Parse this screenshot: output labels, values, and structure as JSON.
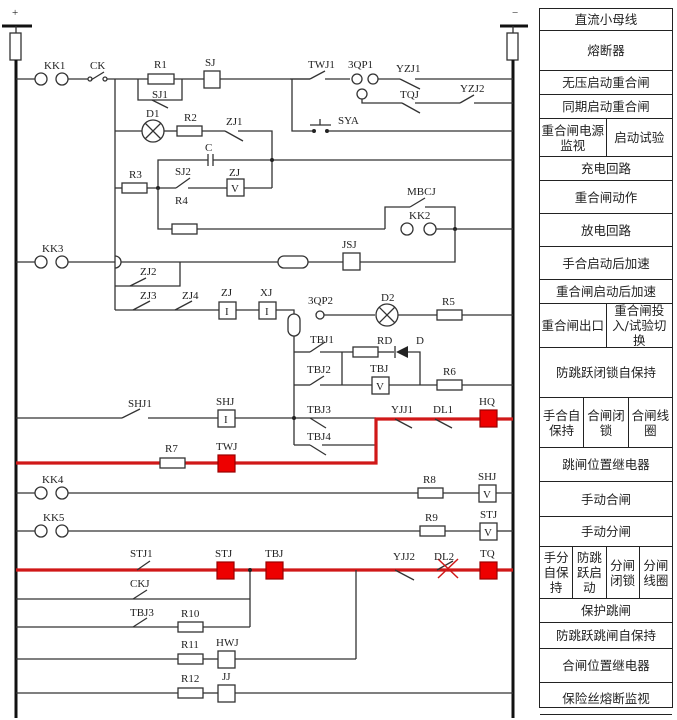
{
  "bus": {
    "positive": "+",
    "negative": "−"
  },
  "components": {
    "KK1": "KK1",
    "CK": "CK",
    "R1": "R1",
    "SJ": "SJ",
    "SJ1": "SJ1",
    "TWJ1": "TWJ1",
    "QP1": "3QP1",
    "YZJ1": "YZJ1",
    "YZJ2": "YZJ2",
    "TQJ": "TQJ",
    "SYA": "SYA",
    "D1": "D1",
    "R2": "R2",
    "ZJ1": "ZJ1",
    "C": "C",
    "R3": "R3",
    "SJ2": "SJ2",
    "ZJ": "ZJ",
    "R4": "R4",
    "MBCJ": "MBCJ",
    "KK2": "KK2",
    "KK3": "KK3",
    "JSJ": "JSJ",
    "ZJ2": "ZJ2",
    "ZJ3": "ZJ3",
    "ZJ4": "ZJ4",
    "ZJb": "ZJ",
    "XJ": "XJ",
    "QP2": "3QP2",
    "D2": "D2",
    "R5": "R5",
    "TBJ1": "TBJ1",
    "RD": "RD",
    "D": "D",
    "TBJ2": "TBJ2",
    "TBJv": "TBJ",
    "R6": "R6",
    "SHJ1": "SHJ1",
    "SHJ": "SHJ",
    "TBJ3": "TBJ3",
    "TBJ4": "TBJ4",
    "YJJ1": "YJJ1",
    "DL1": "DL1",
    "HQ": "HQ",
    "R7": "R7",
    "TWJ": "TWJ",
    "KK4": "KK4",
    "R8": "R8",
    "SHJv": "SHJ",
    "KK5": "KK5",
    "R9": "R9",
    "STJv": "STJ",
    "STJ1": "STJ1",
    "STJ": "STJ",
    "TBJ": "TBJ",
    "YJJ2": "YJJ2",
    "DL2": "DL2",
    "TQ": "TQ",
    "CKJ": "CKJ",
    "TBJ3b": "TBJ3",
    "R10": "R10",
    "R11": "R11",
    "HWJ": "HWJ",
    "R12": "R12",
    "JJ": "JJ",
    "coil_I": "I",
    "coil_V": "V"
  },
  "colors": {
    "highlight": "#d01818",
    "energized_coil": "#e00000"
  },
  "legend": [
    [
      "直流小母线"
    ],
    [
      "熔断器"
    ],
    [
      "无压启动重合闸"
    ],
    [
      "同期启动重合闸"
    ],
    [
      "重合闸电源监视",
      "启动试验"
    ],
    [
      "充电回路"
    ],
    [
      "重合闸动作"
    ],
    [
      "放电回路"
    ],
    [
      "手合启动后加速"
    ],
    [
      "重合闸启动后加速"
    ],
    [
      "重合闸出口",
      "重合闸投入/试验切换"
    ],
    [
      "防跳跃闭锁自保持"
    ],
    [
      "手合自保持",
      "合闸闭锁",
      "合闸线圈"
    ],
    [
      "跳闸位置继电器"
    ],
    [
      "手动合闸"
    ],
    [
      "手动分闸"
    ],
    [
      "手分自保持",
      "防跳跃启动",
      "分闸闭锁",
      "分闸线圈"
    ],
    [
      "保护跳闸"
    ],
    [
      "防跳跃跳闸自保持"
    ],
    [
      "合闸位置继电器"
    ],
    [
      "保险丝熔断监视"
    ]
  ]
}
